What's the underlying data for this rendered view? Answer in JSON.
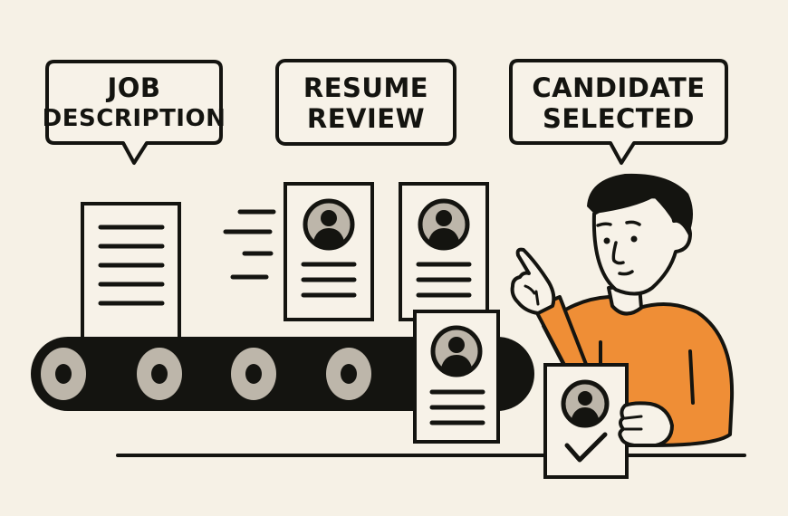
{
  "illustration": {
    "theme": "hiring-pipeline",
    "colors": {
      "background": "#f6f1e6",
      "ink": "#141410",
      "paper": "#f7f2e8",
      "avatar_bg": "#bdb6aa",
      "roller": "#bdb6aa",
      "shirt": "#ef8e36",
      "skin": "#f7f2e8"
    }
  },
  "bubbles": [
    {
      "line1": "JOB",
      "line2": "DESCRIPTION"
    },
    {
      "line1": "RESUME",
      "line2": "REVIEW"
    },
    {
      "line1": "CANDIDATE",
      "line2": "SELECTED"
    }
  ],
  "scene": {
    "conveyor_rollers": 4,
    "job_description_lines": 5,
    "resume_lines": 3,
    "motion_lines": 4,
    "selected_resume_mark": "checkmark"
  }
}
